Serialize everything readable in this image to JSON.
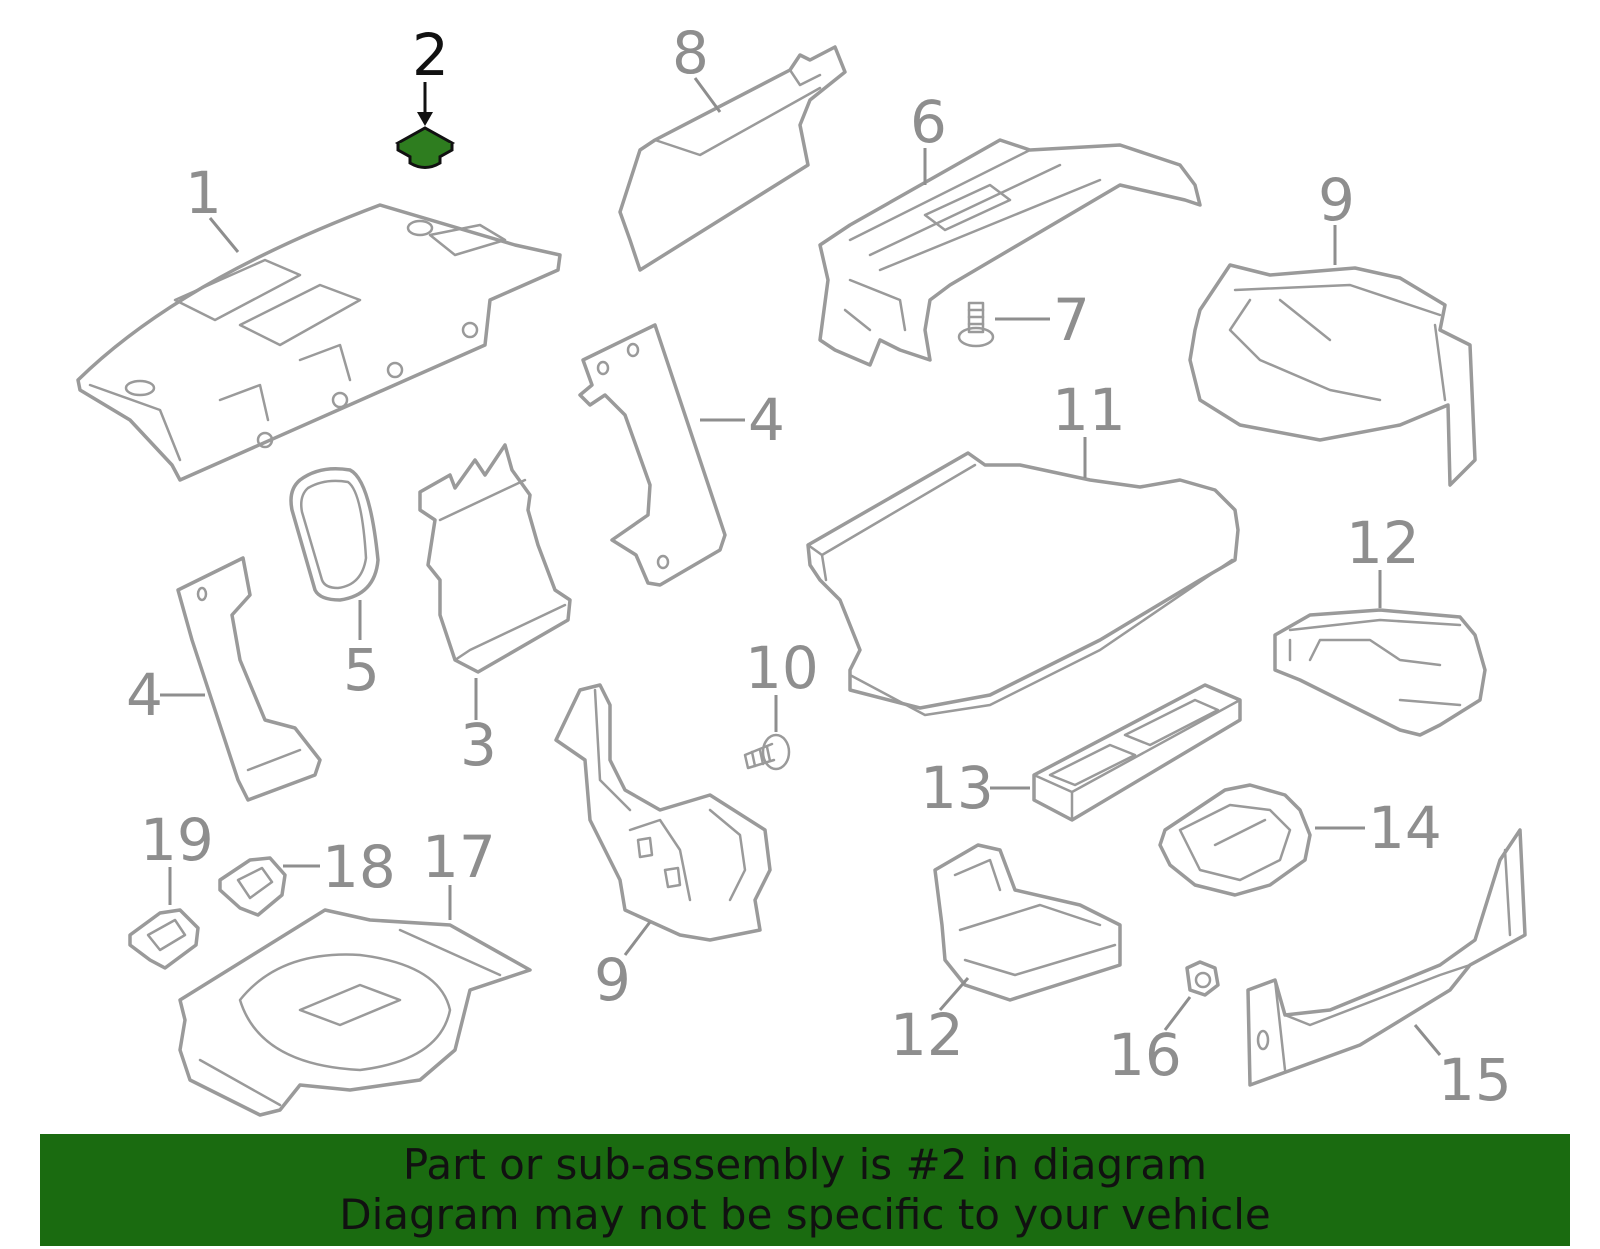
{
  "callouts": [
    {
      "id": "c2",
      "label": "2"
    },
    {
      "id": "c8",
      "label": "8"
    },
    {
      "id": "c6",
      "label": "6"
    },
    {
      "id": "c1",
      "label": "1"
    },
    {
      "id": "c9a",
      "label": "9"
    },
    {
      "id": "c7",
      "label": "7"
    },
    {
      "id": "c4a",
      "label": "4"
    },
    {
      "id": "c11",
      "label": "11"
    },
    {
      "id": "c12a",
      "label": "12"
    },
    {
      "id": "c5",
      "label": "5"
    },
    {
      "id": "c4b",
      "label": "4"
    },
    {
      "id": "c3",
      "label": "3"
    },
    {
      "id": "c10",
      "label": "10"
    },
    {
      "id": "c13",
      "label": "13"
    },
    {
      "id": "c14",
      "label": "14"
    },
    {
      "id": "c19",
      "label": "19"
    },
    {
      "id": "c18",
      "label": "18"
    },
    {
      "id": "c17",
      "label": "17"
    },
    {
      "id": "c9b",
      "label": "9"
    },
    {
      "id": "c12b",
      "label": "12"
    },
    {
      "id": "c16",
      "label": "16"
    },
    {
      "id": "c15",
      "label": "15"
    }
  ],
  "highlight": {
    "part_number": "2",
    "color": "#2e7d1f"
  },
  "banner": {
    "line1": "Part or sub-assembly is #2 in diagram",
    "line2": "Diagram may not be specific to your vehicle",
    "background": "#1a6b10"
  }
}
